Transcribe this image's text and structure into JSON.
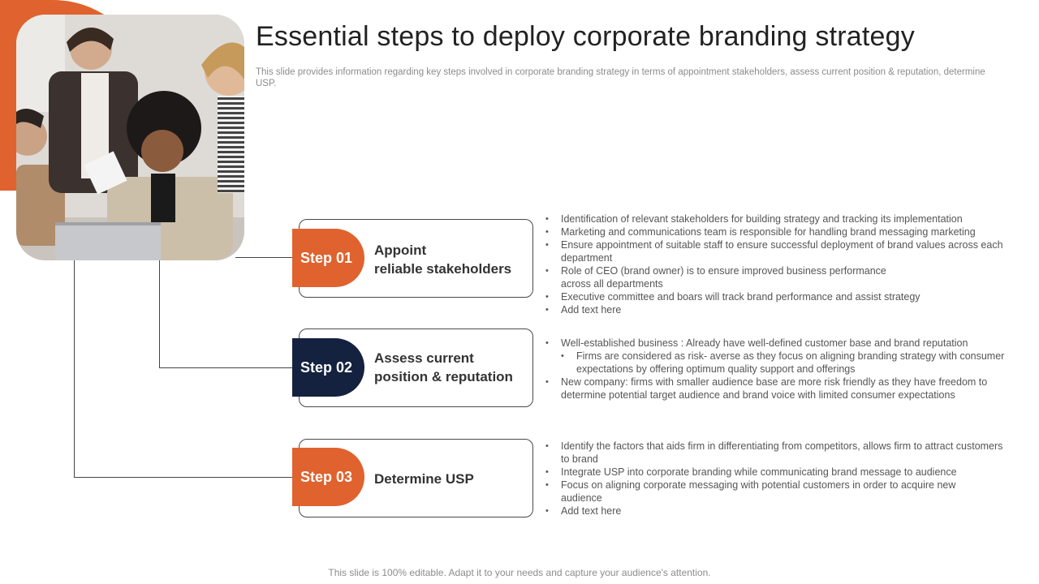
{
  "title": "Essential steps to deploy corporate branding strategy",
  "subtitle": "This slide provides information regarding key steps involved in corporate branding strategy in terms of appointment stakeholders, assess current position & reputation, determine USP.",
  "colors": {
    "accent_orange": "#e0622e",
    "accent_navy": "#14213f"
  },
  "steps": [
    {
      "label": "Step 01",
      "title_lines": [
        "Appoint",
        "reliable stakeholders"
      ],
      "bullets": [
        "Identification of relevant stakeholders for building strategy and tracking its implementation",
        "Marketing and communications team is responsible for handling brand messaging marketing",
        "Ensure appointment of suitable staff to ensure successful deployment of brand values across each department",
        "Role of CEO (brand owner) is to ensure improved business performance across all departments",
        "Executive committee and boars will track brand performance and assist strategy",
        "Add text here"
      ]
    },
    {
      "label": "Step 02",
      "title_lines": [
        "Assess current",
        "position & reputation"
      ],
      "bullets": [
        "Well-established business : Already have well-defined customer base and brand reputation",
        "Firms are considered as risk- averse as they focus on aligning branding strategy with consumer expectations by offering optimum quality support and offerings",
        "New company: firms with smaller audience base are more risk friendly as they have freedom to determine potential target audience and brand voice with limited consumer expectations"
      ]
    },
    {
      "label": "Step 03",
      "title_lines": [
        "Determine USP"
      ],
      "bullets": [
        "Identify the factors that aids firm in differentiating from competitors, allows firm to attract customers to brand",
        "Integrate USP into corporate branding while communicating brand message to audience",
        "Focus on aligning corporate messaging with potential customers in order to acquire new audience",
        "Add text here"
      ]
    }
  ],
  "footer": "This slide is 100% editable. Adapt it to your needs and capture your audience's attention."
}
